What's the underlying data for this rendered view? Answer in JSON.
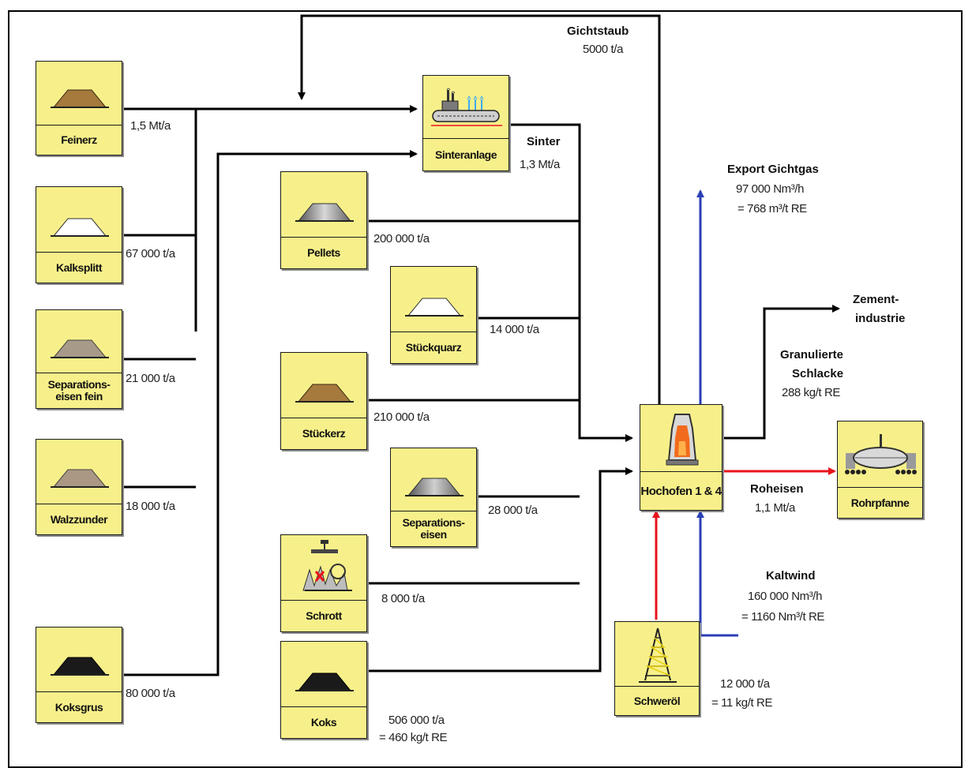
{
  "nodes": {
    "feinerz": "Feinerz",
    "kalksplitt": "Kalksplitt",
    "separationseisen_fein": "Separations-eisen fein",
    "walzzunder": "Walzzunder",
    "koksgrus": "Koksgrus",
    "sinteranlage": "Sinteranlage",
    "pellets": "Pellets",
    "stueckquarz": "Stückquarz",
    "stueckerz": "Stückerz",
    "separationseisen": "Separations-eisen",
    "schrott": "Schrott",
    "koks": "Koks",
    "schweroel": "Schweröl",
    "hochofen": "Hochofen 1 & 4",
    "rohrpfanne": "Rohrpfanne"
  },
  "labels": {
    "gichtstaub_title": "Gichtstaub",
    "gichtstaub_value": "5000 t/a",
    "feinerz_value": "1,5 Mt/a",
    "kalksplitt_value": "67 000 t/a",
    "separationseisen_fein_value": "21 000 t/a",
    "walzzunder_value": "18 000 t/a",
    "koksgrus_value": "80 000 t/a",
    "sinter_title": "Sinter",
    "sinter_value": "1,3 Mt/a",
    "pellets_value": "200 000 t/a",
    "stueckquarz_value": "14 000 t/a",
    "stueckerz_value": "210 000 t/a",
    "separationseisen_value": "28 000 t/a",
    "schrott_value": "8 000 t/a",
    "koks_value_1": "506 000 t/a",
    "koks_value_2": "= 460 kg/t RE",
    "export_title": "Export Gichtgas",
    "export_value_1": "97 000 Nm³/h",
    "export_value_2": "= 768 m³/t RE",
    "zement_1": "Zement-",
    "zement_2": "industrie",
    "schlacke_1": "Granulierte",
    "schlacke_2": "Schlacke",
    "schlacke_value": "288 kg/t RE",
    "roheisen_title": "Roheisen",
    "roheisen_value": "1,1 Mt/a",
    "kaltwind_title": "Kaltwind",
    "kaltwind_value_1": "160 000 Nm³/h",
    "kaltwind_value_2": "= 1160 Nm³/t RE",
    "schweroel_value_1": "12 000 t/a",
    "schweroel_value_2": "= 11 kg/t RE"
  },
  "colors": {
    "box_fill": "#f7f08a",
    "black_flow": "#000000",
    "gas_flow_blue": "#2a3fb4",
    "hot_flow_red": "#e8141c"
  }
}
